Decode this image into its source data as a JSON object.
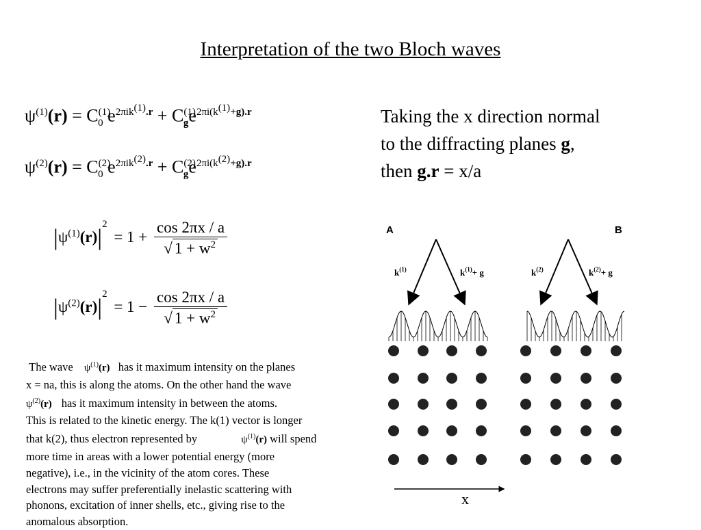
{
  "slide": {
    "title": "Interpretation of the two Bloch waves",
    "eq1": {
      "psi": "ψ",
      "sup": "(1)",
      "arg": "(r)",
      "eq": " = C",
      "c0sup": "(1)",
      "c0sub": "0",
      "e": " e",
      "exp1": "2πik",
      "exp1b": "(1)",
      "exp1c": ".r",
      "plus": " + C",
      "cgsup": "(1)",
      "cgsub": "g",
      "e2": "e",
      "exp2": "2πi(k",
      "exp2b": "(1)",
      "exp2c": "+g).r"
    },
    "eq2": {
      "psi": "ψ",
      "sup": "(2)",
      "arg": "(r)",
      "eq": " = C",
      "c0sup": "(2)",
      "c0sub": "0",
      "e": " e",
      "exp1": "2πik",
      "exp1b": "(2)",
      "exp1c": ".r",
      "plus": " + C",
      "cgsup": "(2)",
      "cgsub": "g",
      "e2": "e",
      "exp2": "2πi(k",
      "exp2b": "(2)",
      "exp2c": "+g).r"
    },
    "side_text": {
      "l1": "Taking the x direction normal",
      "l2a": "to the diffracting planes ",
      "l2b": "g",
      "l2c": ",",
      "l3a": "then ",
      "l3b": "g.r",
      "l3c": " = x/a"
    },
    "int1": {
      "psi": "ψ",
      "sup": "(1)",
      "arg": "(r)",
      "pow": "2",
      "rhs": "= 1 +",
      "num": "cos 2πx / a",
      "den": "1 + w",
      "densup": "2"
    },
    "int2": {
      "psi": "ψ",
      "sup": "(2)",
      "arg": "(r)",
      "pow": "2",
      "rhs": "= 1 −",
      "num": "cos 2πx / a",
      "den": "1 + w",
      "densup": "2"
    },
    "paragraph": {
      "p1": "The wave",
      "w1": "ψ",
      "w1sup": "(1)",
      "w1arg": "(r)",
      "p2": "has it maximum intensity on the planes",
      "p3": "x = na, this is along the atoms. On the other hand the wave",
      "w2": "ψ",
      "w2sup": "(2)",
      "w2arg": "(r)",
      "p4": "has it maximum intensity in between the atoms.",
      "p5": "This is related to the kinetic energy. The k(1) vector is longer",
      "p6": "that k(2), thus electron represented by",
      "w3": "ψ",
      "w3sup": "(1)",
      "w3arg": "(r)",
      "p7": "will spend",
      "p8": "more time in areas with a lower potential energy (more",
      "p9": "negative), i.e., in the vicinity of the atom cores. These",
      "p10": "electrons may suffer preferentially inelastic scattering with",
      "p11": "phonons, excitation of inner shells, etc., giving rise to the",
      "p12": "anomalous absorption."
    },
    "figure": {
      "panel_a": "A",
      "panel_b": "B",
      "ka": "k",
      "ka_sup": "(1)",
      "kag": "k",
      "kag_sup": "(1)",
      "kag_tail": "+ g",
      "kb": "k",
      "kb_sup": "(2)",
      "kbg": "k",
      "kbg_sup": "(2)",
      "kbg_tail": "+ g",
      "x_label": "x"
    }
  }
}
